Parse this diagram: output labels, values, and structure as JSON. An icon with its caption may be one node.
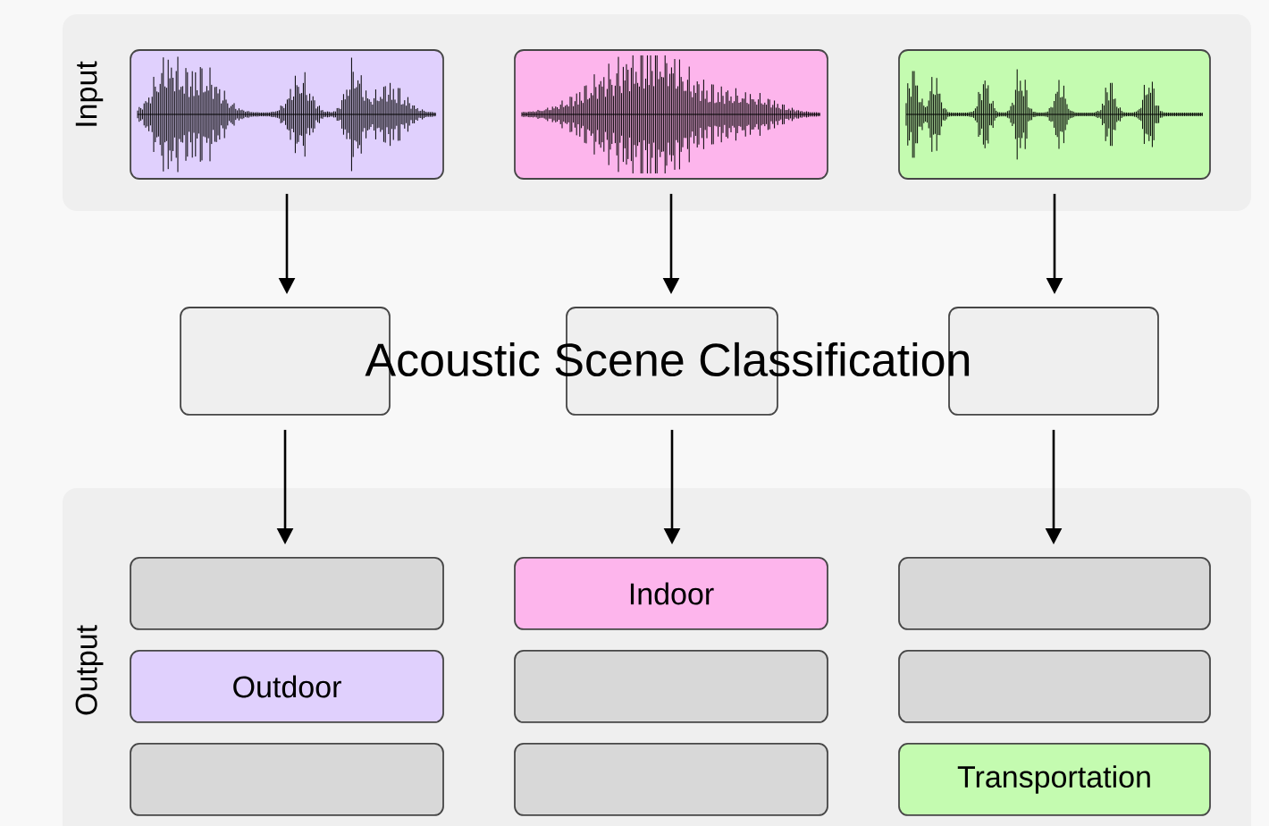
{
  "diagram": {
    "nodes": [
      {
        "text": [
          "Input"
        ]
      },
      {
        "text": [],
        "shape": "picture",
        "in": 0
      },
      {
        "text": [],
        "shape": "picture",
        "in": 0
      },
      {
        "text": [],
        "shape": "picture",
        "in": 0
      },
      {
        "text": [],
        "shape": "box"
      },
      {
        "text": [],
        "shape": "box"
      },
      {
        "text": [],
        "shape": "box"
      },
      {
        "text": [
          "Output"
        ]
      },
      {
        "text": [],
        "shape": "box",
        "in": 7
      },
      {
        "text": [
          "Indoor"
        ],
        "in": 7
      },
      {
        "text": [],
        "shape": "box",
        "in": 7
      },
      {
        "text": [
          "Outdoor"
        ],
        "in": 7
      },
      {
        "text": [],
        "shape": "box",
        "in": 7
      },
      {
        "text": [],
        "shape": "box",
        "in": 7
      },
      {
        "text": [],
        "shape": "box",
        "in": 7
      },
      {
        "text": [],
        "shape": "box",
        "in": 7
      },
      {
        "text": [
          "Transportation"
        ],
        "in": 7
      }
    ],
    "edges": [
      {
        "from": 1,
        "to": 4,
        "arrow": "to"
      },
      {
        "from": 2,
        "to": 5,
        "arrow": "to"
      },
      {
        "from": 3,
        "to": 6,
        "arrow": "to"
      },
      {
        "from": 4,
        "to": 8,
        "arrow": "to"
      },
      {
        "from": 5,
        "to": 9,
        "arrow": "to"
      },
      {
        "from": 6,
        "to": 10,
        "arrow": "to"
      }
    ],
    "labels": [
      "Acoustic Scene Classification"
    ]
  }
}
